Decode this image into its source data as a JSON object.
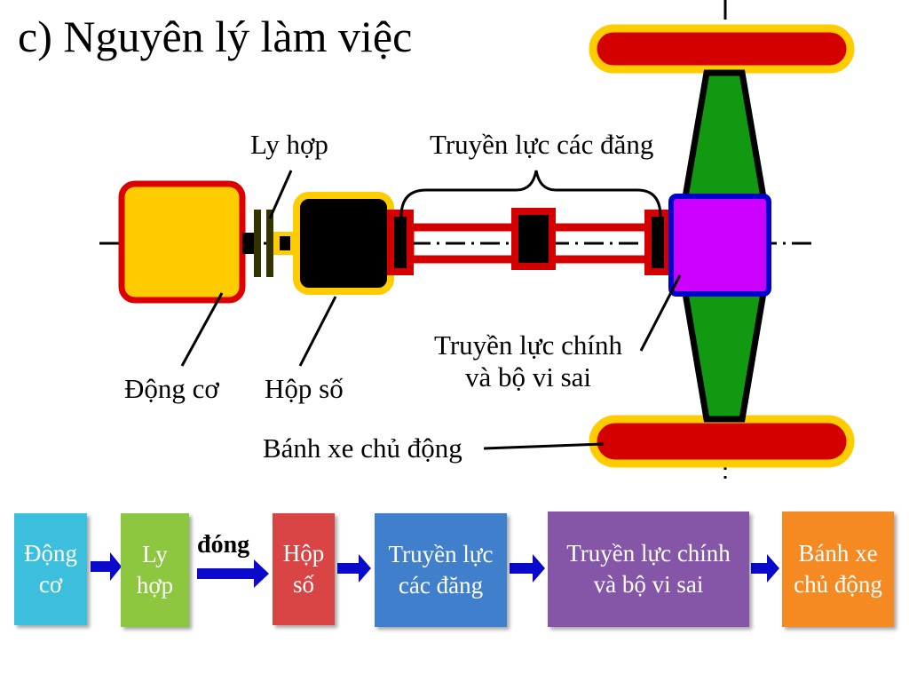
{
  "title": "c) Nguyên lý làm việc",
  "labels": {
    "ly_hop": "Ly hợp",
    "truyen_luc_cac_dang": "Truyền lực các đăng",
    "truyen_luc_chinh_line1": "Truyền lực chính",
    "truyen_luc_chinh_line2": "và bộ vi sai",
    "dong_co": "Động cơ",
    "hop_so": "Hộp số",
    "banh_xe_chu_dong": "Bánh xe chủ động"
  },
  "flow": {
    "connector_label": "đóng",
    "boxes": [
      {
        "line1": "Động",
        "line2": "cơ",
        "color": "#3bbfdc"
      },
      {
        "line1": "Ly",
        "line2": "hợp",
        "color": "#8dc63f"
      },
      {
        "line1": "Hộp",
        "line2": "số",
        "color": "#d94545"
      },
      {
        "line1": "Truyền lực",
        "line2": "các đăng",
        "color": "#3f7fcb"
      },
      {
        "line1": "Truyền lực chính",
        "line2": "và bộ vi sai",
        "color": "#8556a8"
      },
      {
        "line1": "Bánh xe",
        "line2": "chủ động",
        "color": "#f58a23"
      }
    ]
  },
  "colors": {
    "engine_fill": "#ffcc00",
    "engine_border": "#dd0000",
    "gearbox_fill": "#000000",
    "gearbox_border": "#ffcc00",
    "shaft": "#d40000",
    "differential_fill": "#cc00ff",
    "differential_border": "#0000cc",
    "axle_fill": "#119911",
    "wheel_fill": "#d40000",
    "wheel_border": "#ffcc00",
    "arrow": "#0a0acc"
  }
}
